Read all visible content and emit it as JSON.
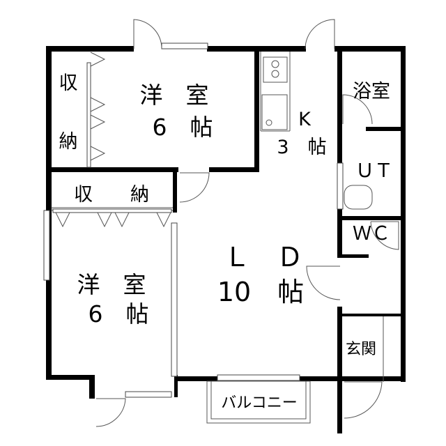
{
  "floorplan": {
    "rooms": {
      "closet_left": {
        "line1": "収",
        "line2": "納"
      },
      "western_room_top": {
        "name": "洋　室",
        "size": "6　帖"
      },
      "kitchen": {
        "name": "K",
        "size": "3　帖"
      },
      "bathroom": {
        "name": "浴室"
      },
      "utility": {
        "name": "ＵＴ"
      },
      "closet_middle": {
        "name": "収　　納"
      },
      "toilet": {
        "name": "ＷＣ"
      },
      "living_dining": {
        "name": "Ｌ　Ｄ",
        "size": "10　帖"
      },
      "western_room_bottom": {
        "name": "洋　室",
        "size": "6　帖"
      },
      "entrance": {
        "name": "玄関"
      },
      "balcony": {
        "name": "バルコニー"
      }
    }
  }
}
